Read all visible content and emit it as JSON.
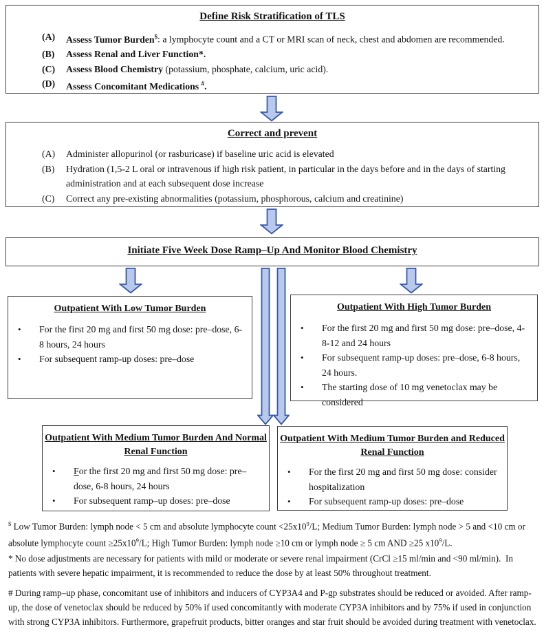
{
  "colors": {
    "arrow_fill": "#b9c9ec",
    "arrow_stroke": "#3558a8",
    "box_border": "#3d3d3d"
  },
  "boxes": {
    "define_risk": {
      "title": "Define Risk Stratification of TLS",
      "items": [
        {
          "label": "(A)",
          "html": "<b>Assess Tumor Burden<sup>$</sup></b>: a lymphocyte count and a CT or MRI scan of neck, chest and abdomen are recommended."
        },
        {
          "label": "(B)",
          "html": "<b>Assess Renal and Liver Function*.</b>"
        },
        {
          "label": "(C)",
          "html": "<b>Assess Blood Chemistry</b> (potassium, phosphate, calcium, uric acid)."
        },
        {
          "label": "(D)",
          "html": "<b>Assess Concomitant Medications <sup>#</sup>.</b>"
        }
      ]
    },
    "correct_prevent": {
      "title": "Correct and prevent",
      "items": [
        {
          "label": "(A)",
          "text": "Administer allopurinol (or rasburicase) if baseline uric acid is elevated"
        },
        {
          "label": "(B)",
          "text": "Hydration (1,5-2 L oral or intravenous if high risk patient, in particular in the days before and in the days of starting administration and at each subsequent dose increase"
        },
        {
          "label": "(C)",
          "text": "Correct any pre-existing abnormalities (potassium, phosphorous, calcium and creatinine)"
        }
      ]
    },
    "initiate": {
      "title": "Initiate Five Week Dose Ramp–Up And Monitor Blood Chemistry"
    },
    "low_tumor": {
      "title": "Outpatient With Low Tumor Burden",
      "bullets": [
        {
          "html": "For the first 20 mg and first 50 mg dose: pre–dose, 6-8 hours, 24 hours"
        },
        {
          "html": "For subsequent ramp-up doses: pre–dose"
        }
      ]
    },
    "high_tumor": {
      "title": "Outpatient With High Tumor Burden",
      "bullets": [
        {
          "html": "For the first 20 mg and first 50 mg dose: pre–dose, 4-8-12 and 24 hours"
        },
        {
          "html": "For subsequent ramp-up doses: pre–dose, 6-8 hours, 24 hours."
        },
        {
          "html": "The starting dose of 10 mg venetoclax may be considered"
        }
      ]
    },
    "medium_normal": {
      "title": "Outpatient With Medium Tumor Burden And Normal Renal Function",
      "bullets": [
        {
          "html": "<u>F</u>or the first 20 mg and first 50 mg dose: pre–dose, 6-8 hours, 24 hours"
        },
        {
          "html": "For subsequent ramp–up doses: pre–dose"
        }
      ]
    },
    "medium_reduced": {
      "title": "Outpatient With Medium Tumor Burden and Reduced Renal Function",
      "bullets": [
        {
          "html": "For the first 20 mg and first 50 mg dose: consider hospitalization"
        },
        {
          "html": "For subsequent ramp-up doses: pre–dose"
        }
      ]
    }
  },
  "footnotes": [
    {
      "html": "<sup>$</sup> Low Tumor Burden: lymph node &lt; 5 cm and absolute lymphocyte count &lt;25x10<sup>9</sup>/L; Medium Tumor Burden: lymph node &gt; 5 and &lt;10 cm or absolute lymphocyte count ≥25x10<sup>9</sup>/L; High Tumor Burden: lymph node ≥10 cm or lymph node ≥ 5 cm AND ≥25 x10<sup>9</sup>/L."
    },
    {
      "html": "* No dose adjustments are necessary for patients with mild or moderate or severe renal impairment (CrCl ≥15 ml/min and &lt;90 ml/min).&nbsp; In patients with severe hepatic impairment, it is recommended to reduce the dose by at least 50% throughout treatment."
    },
    {
      "html": "# During ramp–up phase, concomitant use of inhibitors and inducers of CYP3A4 and P-gp substrates should be reduced or avoided. After ramp-up, the dose of venetoclax should be reduced by 50% if used concomitantly with moderate CYP3A inhibitors and by 75% if used in conjunction with strong CYP3A inhibitors. Furthermore, grapefruit products, bitter oranges and star fruit should be avoided during treatment with venetoclax."
    }
  ]
}
